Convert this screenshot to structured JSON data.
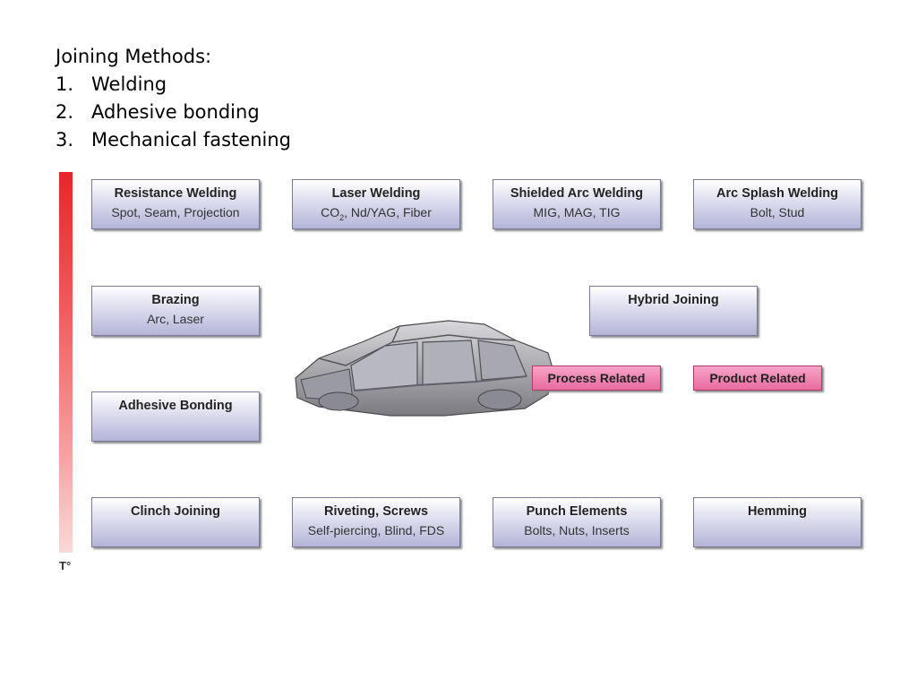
{
  "intro": {
    "heading": "Joining Methods:",
    "items": [
      {
        "num": "1.",
        "label": "Welding"
      },
      {
        "num": "2.",
        "label": "Adhesive bonding"
      },
      {
        "num": "3.",
        "label": "Mechanical fastening"
      }
    ]
  },
  "temperature_axis": {
    "label": "T°",
    "colors": {
      "top": "#e8262a",
      "bottom": "#fad9d7"
    }
  },
  "boxes": {
    "resistance_welding": {
      "title": "Resistance Welding",
      "subtitle": "Spot, Seam, Projection"
    },
    "laser_welding": {
      "title": "Laser Welding",
      "subtitle_pre": "CO",
      "subtitle_sub": "2",
      "subtitle_post": ", Nd/YAG, Fiber"
    },
    "shielded_arc_welding": {
      "title": "Shielded Arc Welding",
      "subtitle": "MIG, MAG, TIG"
    },
    "arc_splash_welding": {
      "title": "Arc Splash Welding",
      "subtitle": "Bolt, Stud"
    },
    "brazing": {
      "title": "Brazing",
      "subtitle": "Arc, Laser"
    },
    "hybrid_joining": {
      "title": "Hybrid Joining"
    },
    "adhesive_bonding": {
      "title": "Adhesive Bonding"
    },
    "clinch_joining": {
      "title": "Clinch Joining"
    },
    "riveting_screws": {
      "title": "Riveting, Screws",
      "subtitle": "Self-piercing, Blind, FDS"
    },
    "punch_elements": {
      "title": "Punch Elements",
      "subtitle": "Bolts, Nuts, Inserts"
    },
    "hemming": {
      "title": "Hemming"
    }
  },
  "tags": {
    "process_related": "Process Related",
    "product_related": "Product Related"
  },
  "colors": {
    "box_gradient_bottom": "#b4b4d8",
    "tag_pink": "#e86aa0"
  }
}
